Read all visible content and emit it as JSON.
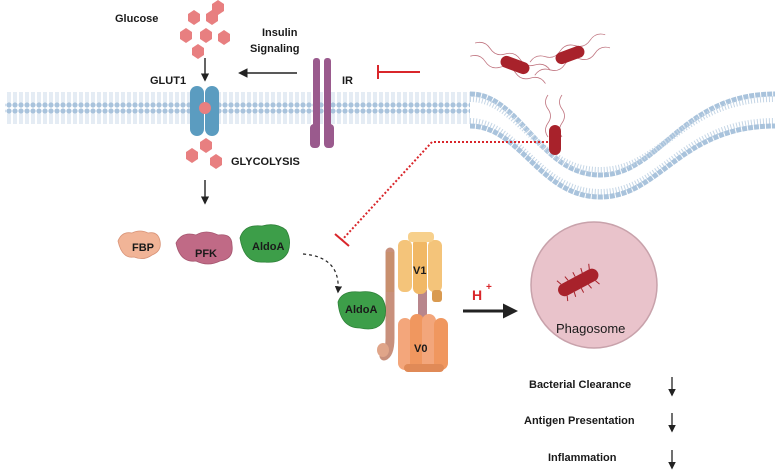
{
  "labels": {
    "glucose": "Glucose",
    "insulin_line1": "Insulin",
    "insulin_line2": "Signaling",
    "glut1": "GLUT1",
    "ir": "IR",
    "glycolysis": "GLYCOLYSIS",
    "fbp": "FBP",
    "pfk": "PFK",
    "aldoa_top": "AldoA",
    "aldoa_bound": "AldoA",
    "v1": "V1",
    "v0": "V0",
    "proton": "H",
    "proton_sup": "+",
    "phagosome": "Phagosome"
  },
  "outcomes": [
    {
      "label": "Bacterial Clearance",
      "direction": "down"
    },
    {
      "label": "Antigen Presentation",
      "direction": "down"
    },
    {
      "label": "Inflammation",
      "direction": "down"
    }
  ],
  "colors": {
    "membrane_head": "#a9c3dc",
    "membrane_tail": "#c5d6e6",
    "glucose": "#e87f80",
    "glut1": "#5b9cc0",
    "insulin_receptor": "#9a5a8d",
    "inhibition_red": "#d9262b",
    "bacterium": "#a8222b",
    "fbp": "#f1b497",
    "pfk": "#c06a86",
    "aldoa": "#3d9e49",
    "v1": "#f4c47a",
    "v0": "#f3a67b",
    "phagosome_fill": "#e9c3cb",
    "phagosome_stroke": "#c8a2ab"
  }
}
